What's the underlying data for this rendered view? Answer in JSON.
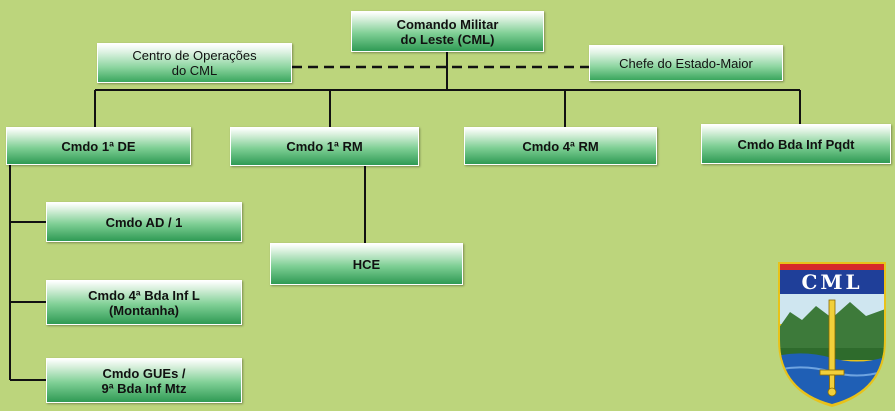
{
  "root": {
    "label": "Comando Militar\ndo Leste (CML)"
  },
  "staff": {
    "left": "Centro de Operações\ndo CML",
    "right": "Chefe do Estado-Maior"
  },
  "commands": [
    {
      "label": "Cmdo 1ª DE"
    },
    {
      "label": "Cmdo 1ª RM"
    },
    {
      "label": "Cmdo 4ª RM"
    },
    {
      "label": "Cmdo Bda Inf Pqdt"
    }
  ],
  "de_subunits": [
    {
      "label": "Cmdo AD / 1"
    },
    {
      "label": "Cmdo 4ª Bda Inf L\n(Montanha)"
    },
    {
      "label": "Cmdo GUEs /\n9ª Bda Inf Mtz"
    }
  ],
  "rm_subunits": [
    {
      "label": "HCE"
    }
  ],
  "emblem": {
    "text": "CML",
    "colors": {
      "top_band": "#d62a2a",
      "title_band": "#1f3f99",
      "sky": "#cfe6f0",
      "mountain": "#3d7a3a",
      "water": "#1f5fb5",
      "border": "#e8c21a",
      "sword": "#f2d03a"
    }
  },
  "colors": {
    "background": "#bcd57c",
    "lines": "#111111"
  }
}
